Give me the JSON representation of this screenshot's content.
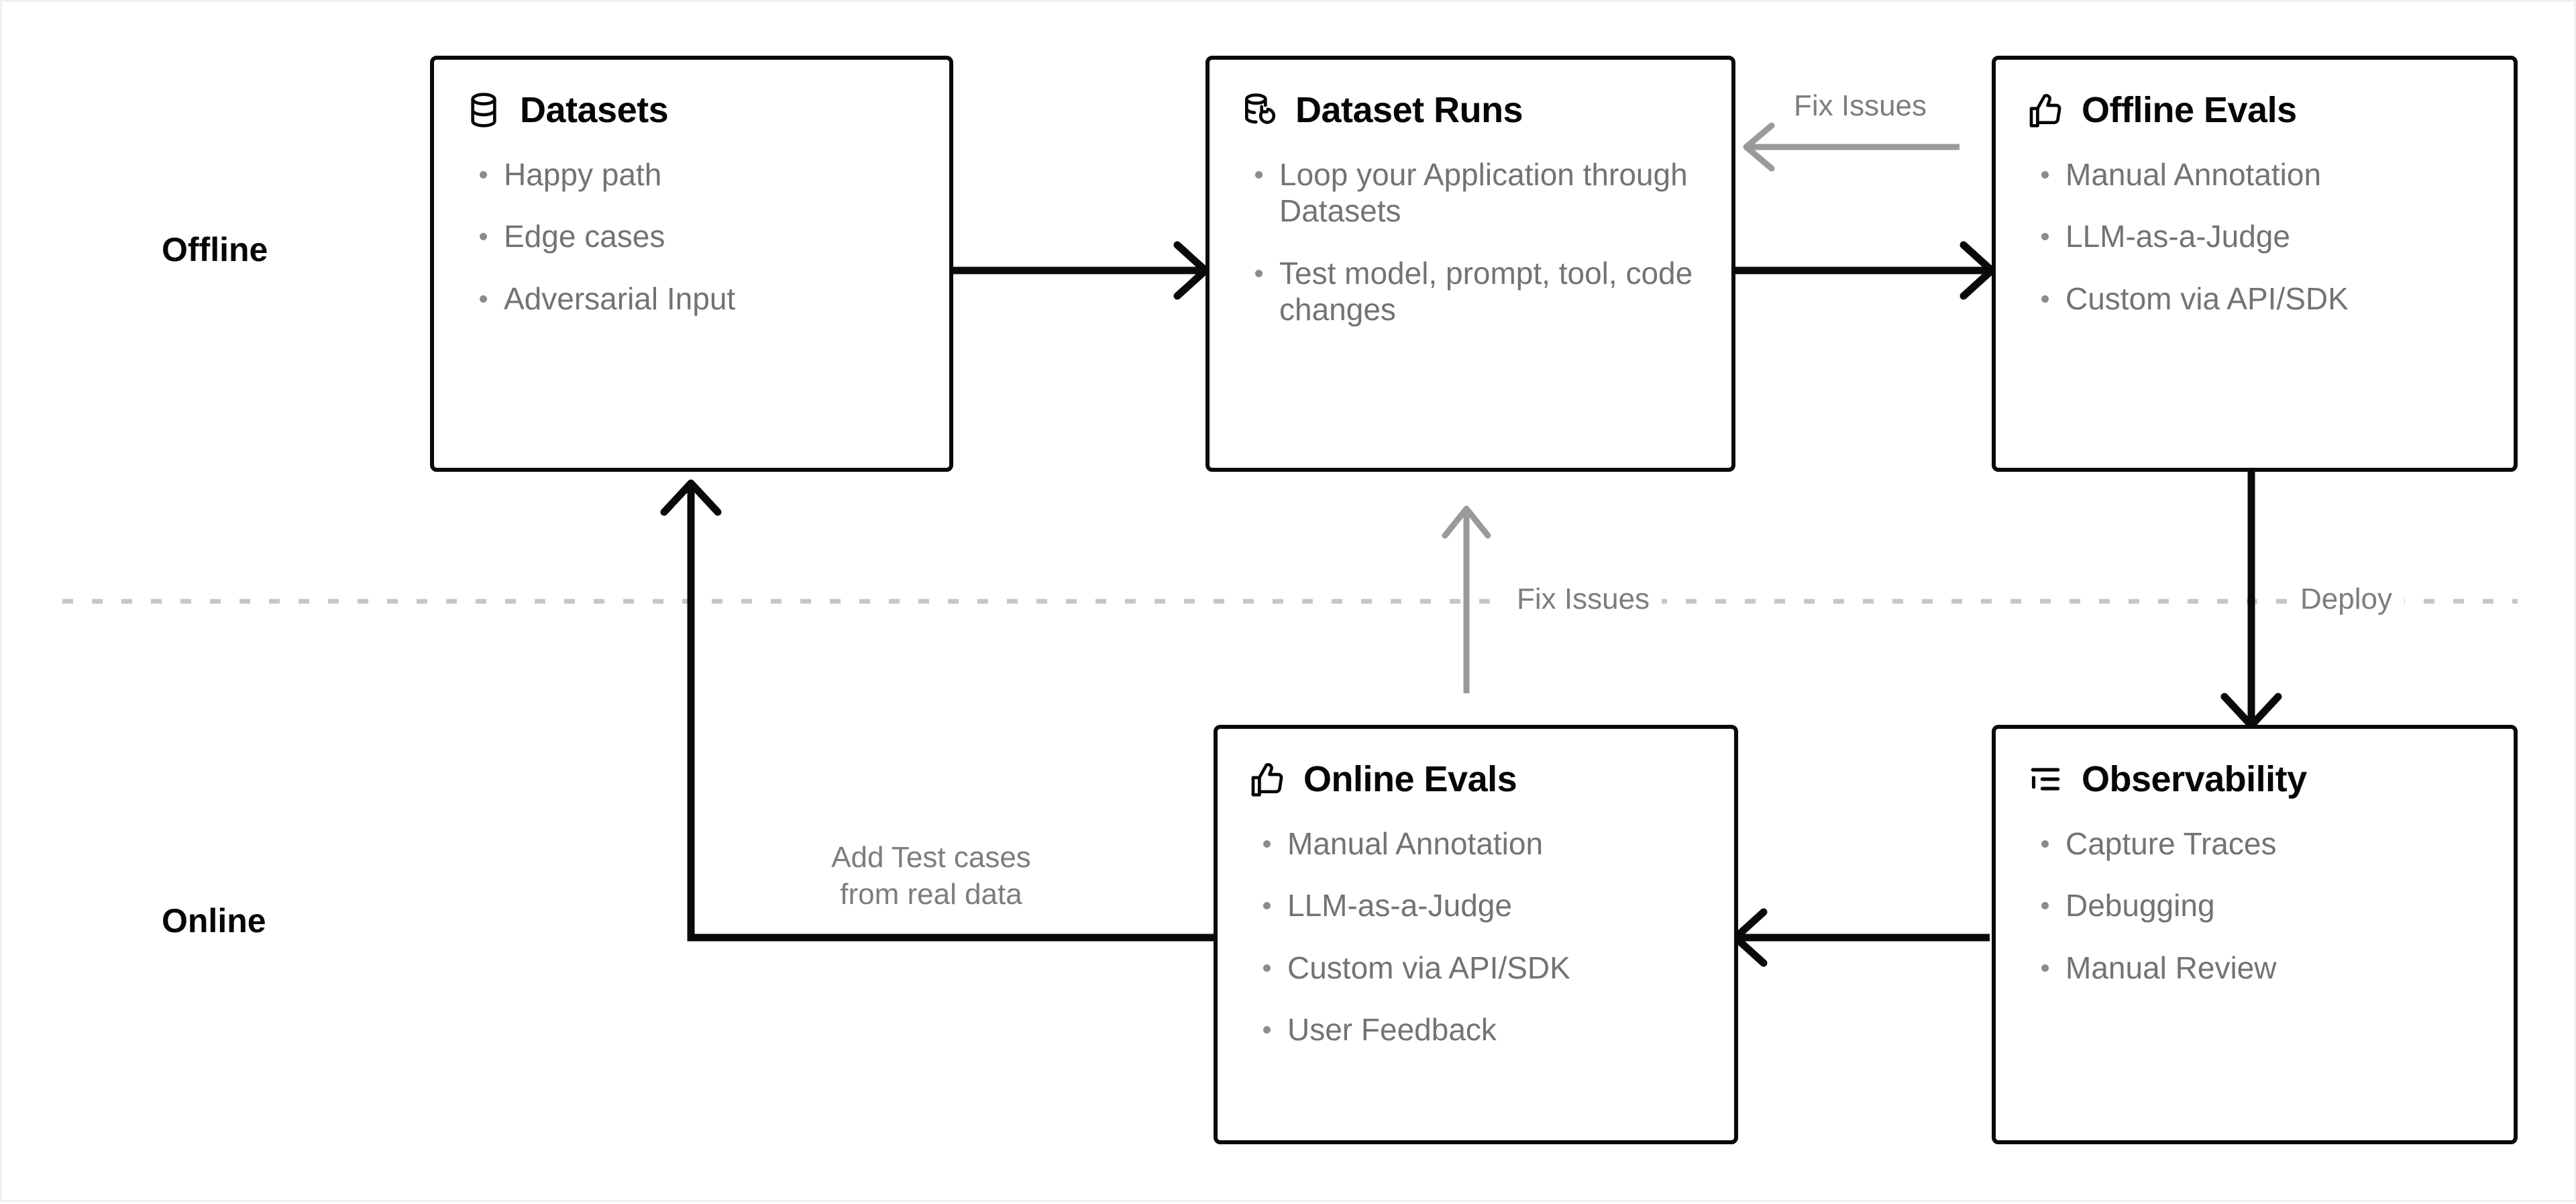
{
  "lanes": [
    {
      "id": "offline",
      "label": "Offline"
    },
    {
      "id": "online",
      "label": "Online"
    }
  ],
  "nodes": [
    {
      "id": "datasets",
      "title": "Datasets",
      "icon": "database-icon",
      "bullets": [
        "Happy path",
        "Edge cases",
        "Adversarial Input"
      ]
    },
    {
      "id": "dataset-runs",
      "title": "Dataset Runs",
      "icon": "database-restore-icon",
      "bullets": [
        "Loop your Application through Datasets",
        "Test model, prompt, tool, code changes"
      ]
    },
    {
      "id": "offline-evals",
      "title": "Offline Evals",
      "icon": "thumbs-up-icon",
      "bullets": [
        "Manual Annotation",
        "LLM-as-a-Judge",
        "Custom via API/SDK"
      ]
    },
    {
      "id": "online-evals",
      "title": "Online Evals",
      "icon": "thumbs-up-icon",
      "bullets": [
        "Manual Annotation",
        "LLM-as-a-Judge",
        "Custom via API/SDK",
        "User Feedback"
      ]
    },
    {
      "id": "observability",
      "title": "Observability",
      "icon": "list-tree-icon",
      "bullets": [
        "Capture Traces",
        "Debugging",
        "Manual Review"
      ]
    }
  ],
  "edges": [
    {
      "id": "datasets-to-runs",
      "label": "",
      "style": "solid-black"
    },
    {
      "id": "runs-to-offline-evals",
      "label": "",
      "style": "solid-black"
    },
    {
      "id": "offline-evals-to-runs",
      "label": "Fix Issues",
      "style": "solid-gray"
    },
    {
      "id": "offline-evals-to-observability",
      "label": "Deploy",
      "style": "solid-black"
    },
    {
      "id": "observability-to-online-evals",
      "label": "",
      "style": "solid-black"
    },
    {
      "id": "online-evals-to-datasets",
      "label": "Add Test cases\nfrom real data",
      "style": "solid-black"
    },
    {
      "id": "online-evals-to-dataset-runs",
      "label": "Fix Issues",
      "style": "solid-gray"
    }
  ],
  "labels": {
    "fix_issues_top": "Fix Issues",
    "fix_issues_mid": "Fix Issues",
    "deploy": "Deploy",
    "add_test_cases_l1": "Add Test cases",
    "add_test_cases_l2": "from real data"
  },
  "divider": {
    "style": "dashed",
    "color": "#c6c6c6"
  },
  "colors": {
    "stroke_black": "#0a0a0a",
    "stroke_gray": "#9a9a9a",
    "text_muted": "#737373",
    "text_strong": "#060606",
    "background": "#ffffff",
    "frame": "#f1f1f1"
  }
}
